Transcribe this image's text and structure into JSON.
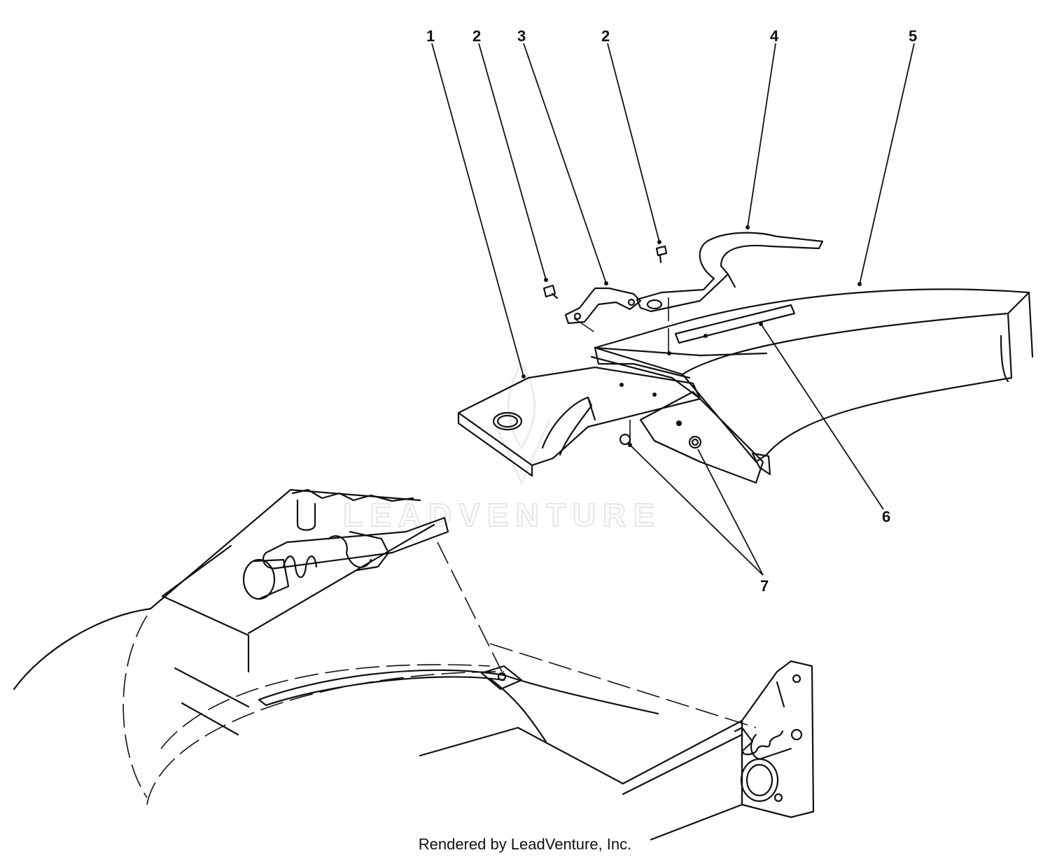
{
  "diagram": {
    "callouts": [
      {
        "id": "c1",
        "label": "1"
      },
      {
        "id": "c2a",
        "label": "2"
      },
      {
        "id": "c3",
        "label": "3"
      },
      {
        "id": "c2b",
        "label": "2"
      },
      {
        "id": "c4",
        "label": "4"
      },
      {
        "id": "c5",
        "label": "5"
      },
      {
        "id": "c6",
        "label": "6"
      },
      {
        "id": "c7",
        "label": "7"
      }
    ],
    "watermark": "LEADVENTURE"
  },
  "footer": {
    "credit": "Rendered by LeadVenture, Inc."
  }
}
